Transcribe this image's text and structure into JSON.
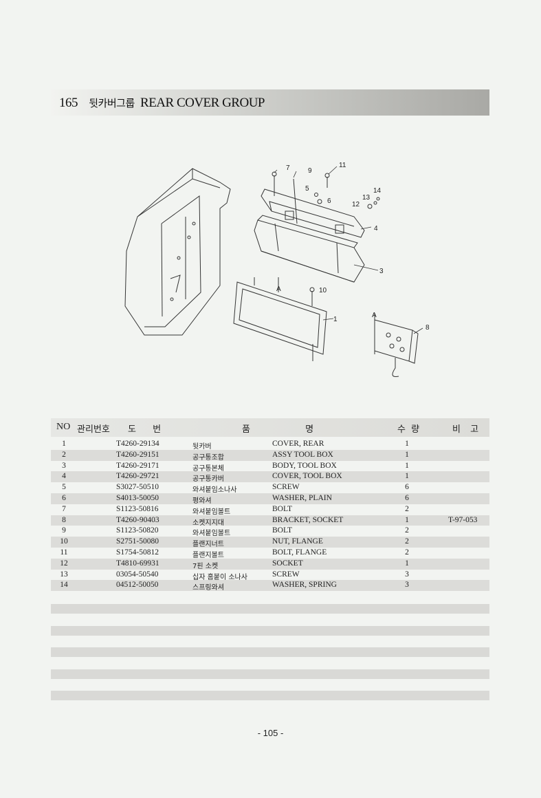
{
  "title": {
    "number": "165",
    "korean": "뒷카버그룹",
    "english": "REAR COVER GROUP"
  },
  "diagram": {
    "callouts": [
      "7",
      "9",
      "11",
      "5",
      "6",
      "14",
      "13",
      "12",
      "4",
      "3",
      "A",
      "10",
      "1",
      "A",
      "8"
    ]
  },
  "table": {
    "headers": {
      "no": "NO",
      "mgmt": "관리번호",
      "drawing": "도 번",
      "name": "품 명",
      "qty": "수 량",
      "remarks": "비 고"
    },
    "rows": [
      {
        "no": "1",
        "part": "T4260-29134",
        "kr": "뒷카버",
        "en": "COVER, REAR",
        "qty": "1",
        "rem": ""
      },
      {
        "no": "2",
        "part": "T4260-29151",
        "kr": "공구통조합",
        "en": "ASSY TOOL BOX",
        "qty": "1",
        "rem": ""
      },
      {
        "no": "3",
        "part": "T4260-29171",
        "kr": "공구통본체",
        "en": "BODY, TOOL BOX",
        "qty": "1",
        "rem": ""
      },
      {
        "no": "4",
        "part": "T4260-29721",
        "kr": "공구통카버",
        "en": "COVER, TOOL BOX",
        "qty": "1",
        "rem": ""
      },
      {
        "no": "5",
        "part": "S3027-50510",
        "kr": "와셔붙임소나사",
        "en": "SCREW",
        "qty": "6",
        "rem": ""
      },
      {
        "no": "6",
        "part": "S4013-50050",
        "kr": "평와셔",
        "en": "WASHER, PLAIN",
        "qty": "6",
        "rem": ""
      },
      {
        "no": "7",
        "part": "S1123-50816",
        "kr": "와셔붙임볼트",
        "en": "BOLT",
        "qty": "2",
        "rem": ""
      },
      {
        "no": "8",
        "part": "T4260-90403",
        "kr": "소켓지지대",
        "en": "BRACKET, SOCKET",
        "qty": "1",
        "rem": "T-97-053"
      },
      {
        "no": "9",
        "part": "S1123-50820",
        "kr": "와셔붙임볼트",
        "en": "BOLT",
        "qty": "2",
        "rem": ""
      },
      {
        "no": "10",
        "part": "S2751-50080",
        "kr": "플랜지너트",
        "en": "NUT, FLANGE",
        "qty": "2",
        "rem": ""
      },
      {
        "no": "11",
        "part": "S1754-50812",
        "kr": "플랜지볼트",
        "en": "BOLT, FLANGE",
        "qty": "2",
        "rem": ""
      },
      {
        "no": "12",
        "part": "T4810-69931",
        "kr": "7핀 소켓",
        "en": "SOCKET",
        "qty": "1",
        "rem": ""
      },
      {
        "no": "13",
        "part": "03054-50540",
        "kr": "십자 홈붙이 소나사",
        "en": "SCREW",
        "qty": "3",
        "rem": ""
      },
      {
        "no": "14",
        "part": "04512-50050",
        "kr": "스프링와셔",
        "en": "WASHER, SPRING",
        "qty": "3",
        "rem": ""
      }
    ]
  },
  "page_number": "- 105 -"
}
